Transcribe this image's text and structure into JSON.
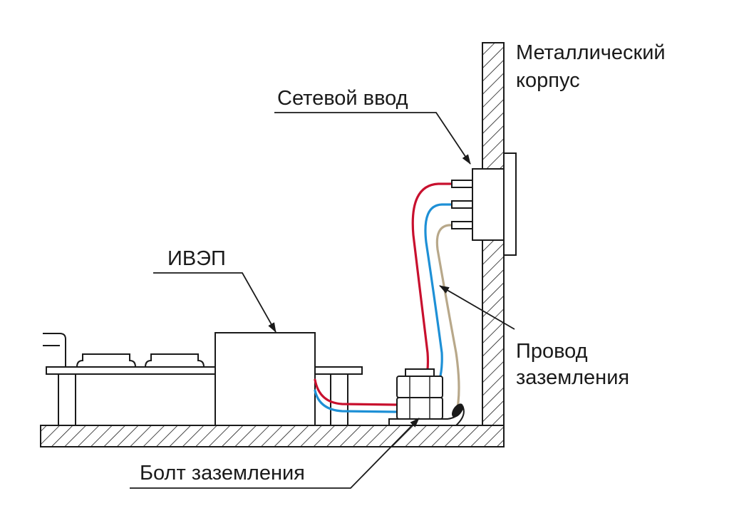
{
  "labels": {
    "metal_case_line1": "Металлический",
    "metal_case_line2": "корпус",
    "mains_input": "Сетевой ввод",
    "power_supply": "ИВЭП",
    "ground_wire_line1": "Провод",
    "ground_wire_line2": "заземления",
    "ground_bolt": "Болт заземления"
  },
  "colors": {
    "line": "#1a1a1a",
    "wire_phase": "#c8102e",
    "wire_neutral": "#1e90d6",
    "wire_ground": "#b8a88a"
  }
}
